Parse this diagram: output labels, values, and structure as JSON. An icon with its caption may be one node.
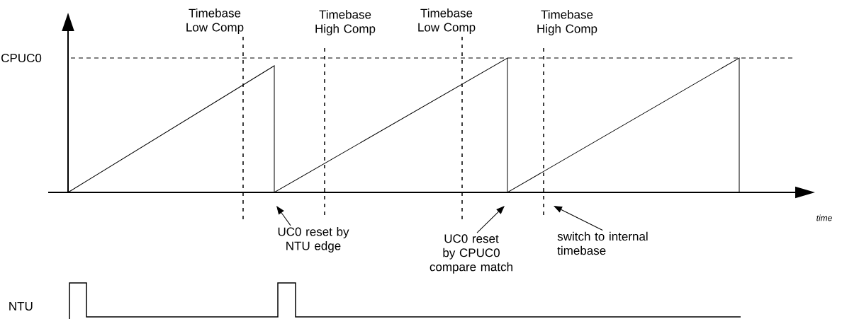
{
  "diagram": {
    "nodes": [
      {
        "text": [
          "UC0 reset by NTU edge"
        ]
      },
      {
        "text": [
          "UC0 reset by CPUC0 compare match"
        ]
      },
      {
        "text": [
          "switch to internal timebase"
        ]
      }
    ],
    "edges": [
      {
        "from": 0,
        "to": null,
        "arrow": "to"
      },
      {
        "from": 1,
        "to": null,
        "arrow": "to"
      },
      {
        "from": 2,
        "to": null,
        "arrow": "to"
      }
    ],
    "labels": [
      "Timebase Low Comp",
      "Timebase High Comp",
      "Timebase Low Comp",
      "Timebase High Comp",
      "CPUC0",
      "time",
      "NTU"
    ]
  }
}
